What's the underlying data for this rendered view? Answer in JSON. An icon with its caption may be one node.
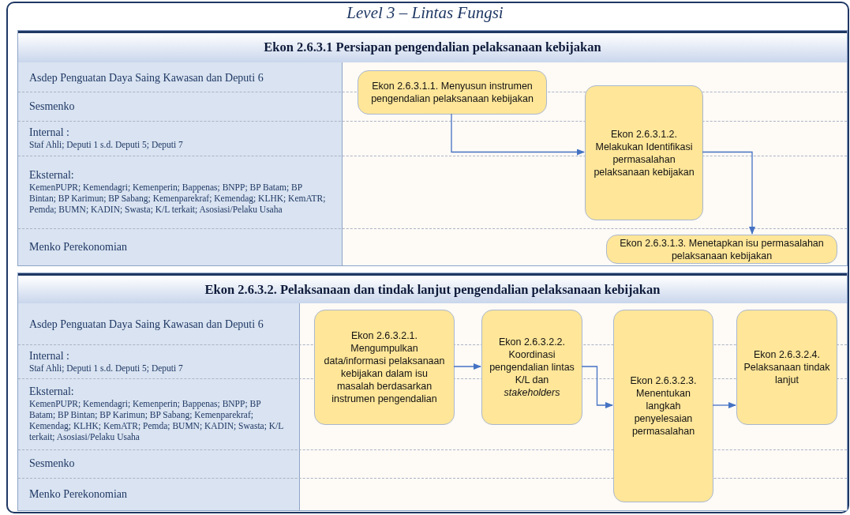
{
  "diagram": {
    "title": "Level 3 – Lintas Fungsi",
    "nodes": [
      {
        "text": [
          "Ekon 2.6.3.1 Persiapan pengendalian pelaksanaan kebijakan"
        ]
      },
      {
        "text": [
          "Asdep Penguatan Daya Saing Kawasan dan Deputi 6"
        ],
        "in": 0
      },
      {
        "text": [
          "Sesmenko"
        ],
        "in": 0
      },
      {
        "text": [
          "Internal :",
          "Staf Ahli; Deputi 1 s.d. Deputi 5; Deputi 7"
        ],
        "in": 0
      },
      {
        "text": [
          "Eksternal:",
          "KemenPUPR; Kemendagri; Kemenperin; Bappenas; BNPP; BP Batam; BP Bintan; BP Karimun; BP Sabang; Kemenparekraf; Kemendag; KLHK; KemATR; Pemda; BUMN; KADIN; Swasta; K/L terkait; Asosiasi/Pelaku Usaha"
        ],
        "in": 0
      },
      {
        "text": [
          "Menko Perekonomian"
        ],
        "in": 0
      },
      {
        "text": [
          "Ekon 2.6.3.1.1. Menyusun instrumen pengendalian pelaksanaan kebijakan"
        ],
        "in": 0
      },
      {
        "text": [
          "Ekon 2.6.3.1.2. Melakukan Identifikasi permasalahan pelaksanaan kebijakan"
        ],
        "in": 0
      },
      {
        "text": [
          "Ekon 2.6.3.1.3. Menetapkan isu permasalahan pelaksanaan kebijakan"
        ],
        "in": 0
      },
      {
        "text": [
          "Ekon 2.6.3.2. Pelaksanaan dan tindak lanjut pengendalian pelaksanaan kebijakan"
        ]
      },
      {
        "text": [
          "Asdep Penguatan Daya Saing Kawasan dan Deputi 6"
        ],
        "in": 9
      },
      {
        "text": [
          "Internal :",
          "Staf Ahli; Deputi 1 s.d. Deputi 5; Deputi 7"
        ],
        "in": 9
      },
      {
        "text": [
          "Eksternal:",
          "KemenPUPR; Kemendagri; Kemenperin; Bappenas; BNPP; BP Batam; BP Bintan; BP Karimun; BP Sabang; Kemenparekraf; Kemendag; KLHK; KemATR; Pemda; BUMN; KADIN; Swasta; K/L terkait; Asosiasi/Pelaku Usaha"
        ],
        "in": 9
      },
      {
        "text": [
          "Sesmenko"
        ],
        "in": 9
      },
      {
        "text": [
          "Menko Perekonomian"
        ],
        "in": 9
      },
      {
        "text": [
          "Ekon 2.6.3.2.1. Mengumpulkan data/informasi pelaksanaan kebijakan dalam isu masalah berdasarkan instrumen pengendalian"
        ],
        "in": 9
      },
      {
        "text": [
          "Ekon 2.6.3.2.2. Koordinasi pengendalian lintas K/L dan *stakeholders*"
        ],
        "in": 9
      },
      {
        "text": [
          "Ekon 2.6.3.2.3. Menentukan langkah penyelesaian permasalahan"
        ],
        "in": 9
      },
      {
        "text": [
          "Ekon 2.6.3.2.4. Pelaksanaan tindak lanjut"
        ],
        "in": 9
      }
    ],
    "edges": [
      {
        "from": 6,
        "to": 7,
        "arrow": "to"
      },
      {
        "from": 7,
        "to": 8,
        "arrow": "to"
      },
      {
        "from": 15,
        "to": 16,
        "arrow": "to"
      },
      {
        "from": 16,
        "to": 17,
        "arrow": "to"
      },
      {
        "from": 17,
        "to": 18,
        "arrow": "to"
      }
    ]
  }
}
